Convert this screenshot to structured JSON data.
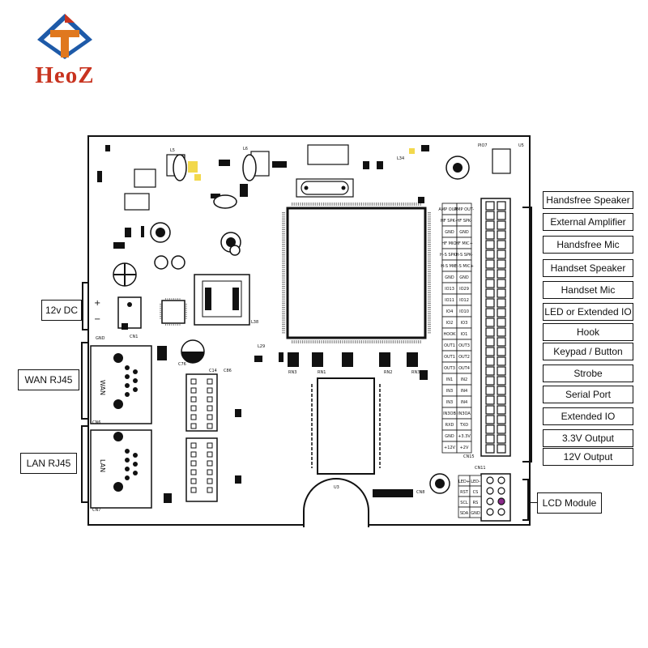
{
  "brand": {
    "name": "HeoZ",
    "logo_colors": {
      "blue": "#1e5aa8",
      "orange": "#e0781e",
      "red": "#c8331f"
    }
  },
  "board_labels": {
    "port_wan": "WAN",
    "port_lan": "LAN",
    "gnd": "GND",
    "pin_table": [
      [
        "AMP OUT+",
        "AMP OUT-"
      ],
      [
        "HF SPK+",
        "HF SPK-"
      ],
      [
        "GND",
        "GND"
      ],
      [
        "HF MIC-",
        "HF MIC+"
      ],
      [
        "H-S SPK+",
        "H-S SPK-"
      ],
      [
        "H-S MIC-",
        "H-S MIC+"
      ],
      [
        "GND",
        "GND"
      ],
      [
        "IO13",
        "IO29"
      ],
      [
        "IO11",
        "IO12"
      ],
      [
        "IO4",
        "IO10"
      ],
      [
        "IO2",
        "IO3"
      ],
      [
        "HOOK",
        "IO1"
      ],
      [
        "OUT1",
        "OUT3"
      ],
      [
        "OUT1",
        "OUT2"
      ],
      [
        "OUT3",
        "OUT4"
      ],
      [
        "IN1",
        "IN2"
      ],
      [
        "IN3",
        "IN4"
      ],
      [
        "IN3",
        "IN4"
      ],
      [
        "IN3OB",
        "IN3OA"
      ],
      [
        "RXD",
        "TXD"
      ],
      [
        "GND",
        "+3.3V"
      ],
      [
        "+12V",
        "+2V"
      ]
    ],
    "lcd_pins": [
      [
        "LED+",
        "LED-"
      ],
      [
        "RST",
        "CS"
      ],
      [
        "SCL",
        "RS"
      ],
      [
        "SDA",
        "GND"
      ]
    ]
  },
  "callouts_right": [
    "Handsfree Speaker",
    "External Amplifier",
    "Handsfree Mic",
    "Handset Speaker",
    "Handset Mic",
    "LED or Extended IO",
    "Hook",
    "Keypad / Button",
    "Strobe",
    "Serial Port",
    "Extended IO",
    "3.3V Output",
    "12V Output"
  ],
  "callouts_left": {
    "dc": "12v DC",
    "wan": "WAN RJ45",
    "lan": "LAN RJ45"
  },
  "callout_lcd": "LCD Module"
}
